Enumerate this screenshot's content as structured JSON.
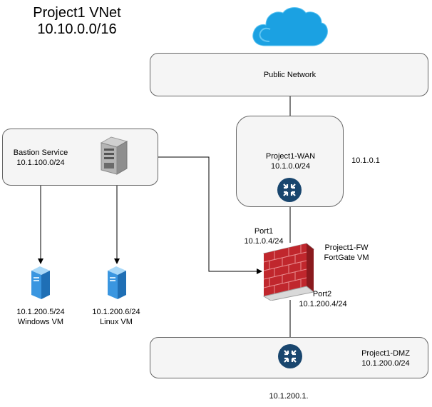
{
  "header": {
    "title": "Project1 VNet",
    "cidr": "10.10.0.0/16"
  },
  "public_network": {
    "label": "Public Network"
  },
  "wan": {
    "name": "Project1-WAN",
    "cidr": "10.1.0.0/24",
    "gateway_ip": "10.1.0.1"
  },
  "bastion": {
    "name": "Bastion Service",
    "cidr": "10.1.100.0/24"
  },
  "firewall": {
    "name": "Project1-FW",
    "type": "FortGate VM",
    "port1_name": "Port1",
    "port1_ip": "10.1.0.4/24",
    "port2_name": "Port2",
    "port2_ip": "10.1.200.4/24"
  },
  "vm_windows": {
    "ip": "10.1.200.5/24",
    "name": "Windows VM"
  },
  "vm_linux": {
    "ip": "10.1.200.6/24",
    "name": "Linux VM"
  },
  "dmz": {
    "name": "Project1-DMZ",
    "cidr": "10.1.200.0/24",
    "gateway_ip": "10.1.200.1."
  },
  "icons": {
    "cloud": "cloud-icon",
    "server": "server-icon",
    "router": "router-icon",
    "firewall": "firewall-icon",
    "vm": "vm-icon"
  },
  "colors": {
    "cloud": "#1ba1e2",
    "router": "#19466e",
    "firewall_brick": "#c0272d",
    "box_fill": "#f5f5f5",
    "box_border": "#666666"
  }
}
